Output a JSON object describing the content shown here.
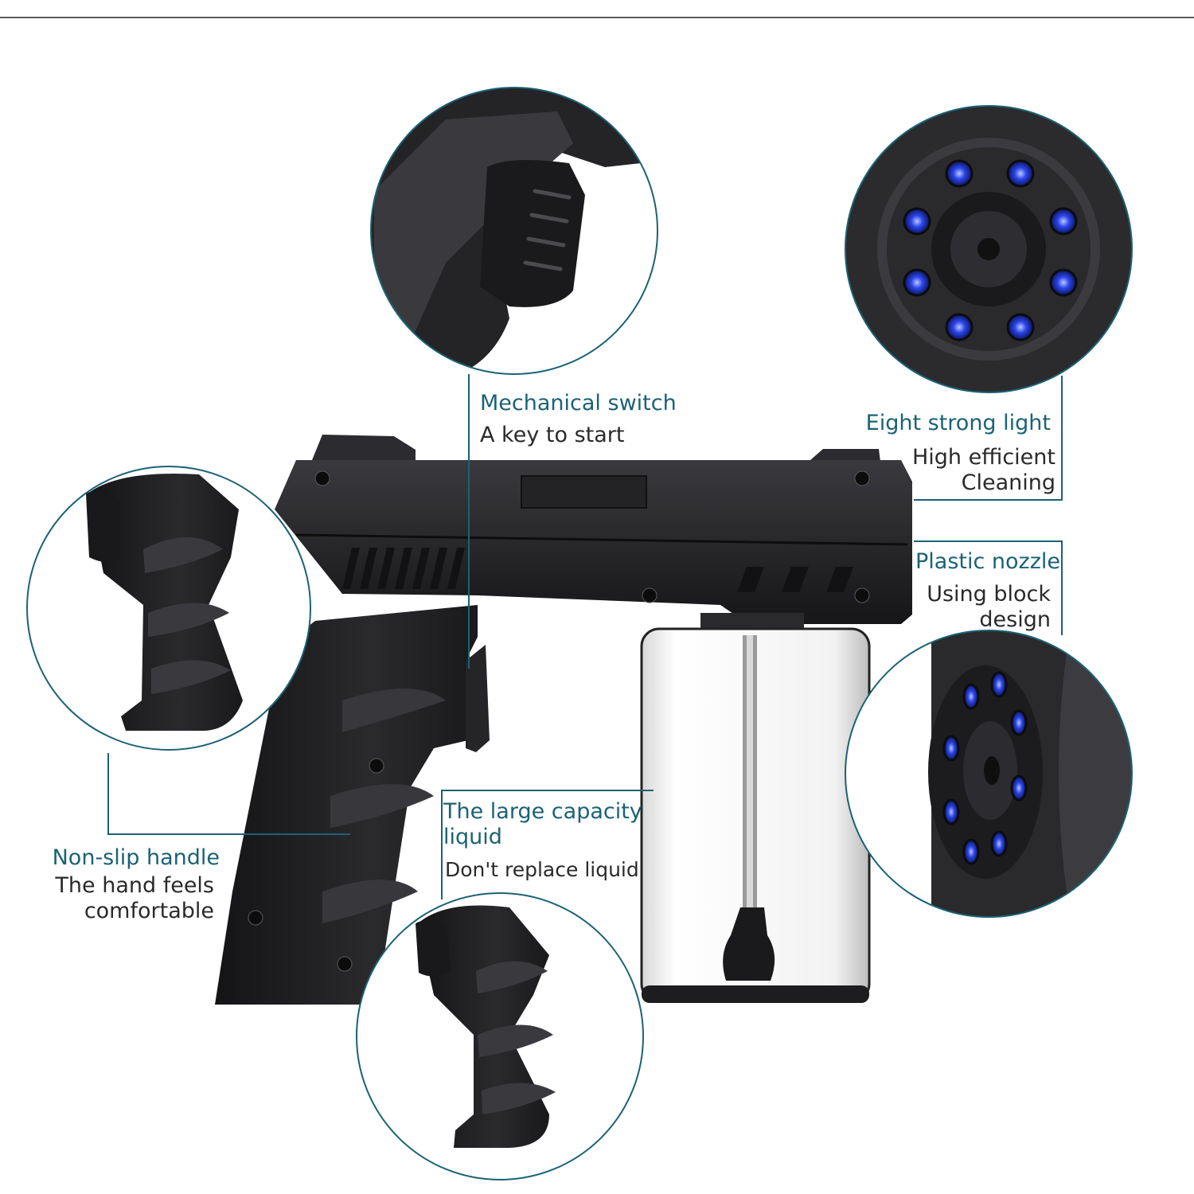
{
  "colors": {
    "accent_teal": "#1b6275",
    "text_dark": "#2a2a2a",
    "led_blue": "#2b45e8",
    "body_black": "#1f1f21"
  },
  "callouts": {
    "switch": {
      "title": "Mechanical switch",
      "desc": "A key to start"
    },
    "light": {
      "title": "Eight strong light",
      "desc_line1": "High efficient",
      "desc_line2": "Cleaning"
    },
    "nozzle": {
      "title": "Plastic nozzle",
      "desc_line1": "Using block",
      "desc_line2": "design"
    },
    "liquid": {
      "title_line1": "The large capacity",
      "title_line2": "liquid",
      "desc": "Don't replace liquid"
    },
    "handle": {
      "title": "Non-slip handle",
      "desc_line1": "The hand feels",
      "desc_line2": "comfortable"
    }
  },
  "icons": [
    "led-ring-icon",
    "trigger-icon",
    "grip-icon",
    "screw-icon"
  ],
  "led_count": 8
}
